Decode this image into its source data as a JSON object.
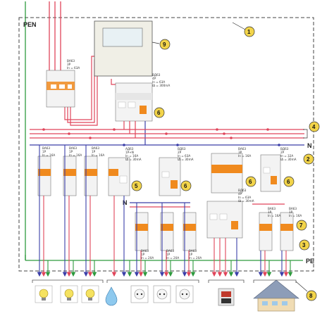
{
  "labels": {
    "pen": "PEN",
    "n_top": "N",
    "n_mid": "N",
    "pe": "PE"
  },
  "callouts": [
    "1",
    "2",
    "3",
    "4",
    "5",
    "6",
    "7",
    "8",
    "9"
  ],
  "colors": {
    "phase": "#e0455a",
    "neutral": "#3b3fa8",
    "pe": "#2e9a3e",
    "frame_dash": "#444444",
    "callout_fill": "#f2d44a",
    "device_body": "#f1f1f1",
    "device_accent": "#f08a1e"
  },
  "devices": {
    "main_breaker": {
      "name": "BA63",
      "lines": [
        "3P",
        "In = 63A"
      ]
    },
    "rcd_main": {
      "name": "ВД63",
      "lines": [
        "4P",
        "In = 63A",
        "IΔ = 300mA"
      ]
    },
    "row1": [
      {
        "name": "BA63",
        "lines": [
          "1P",
          "In = 16A"
        ]
      },
      {
        "name": "BA63",
        "lines": [
          "1P",
          "In = 16A"
        ]
      },
      {
        "name": "BA63",
        "lines": [
          "1P",
          "In = 16A"
        ]
      },
      {
        "name": "АД63",
        "lines": [
          "1P+N",
          "In = 16A",
          "IΔ = 30mA"
        ]
      },
      {
        "name": "ВД63",
        "lines": [
          "2P",
          "In = 63A",
          "IΔ = 30mA"
        ]
      },
      {
        "name": "BA63",
        "lines": [
          "3P",
          "In = 16A"
        ]
      },
      {
        "name": "ВД63",
        "lines": [
          "2P",
          "In = 32A",
          "IΔ = 30mA"
        ]
      }
    ],
    "row2": [
      {
        "name": "BA63",
        "lines": [
          "1P",
          "In = 20A"
        ]
      },
      {
        "name": "BA63",
        "lines": [
          "1P",
          "In = 20A"
        ]
      },
      {
        "name": "BA63",
        "lines": [
          "1P",
          "In = 20A"
        ]
      },
      {
        "name": "ВД63",
        "lines": [
          "4P",
          "In = 63A",
          "IΔ = 30mA"
        ]
      },
      {
        "name": "BA63",
        "lines": [
          "1P",
          "In = 16A"
        ]
      },
      {
        "name": "BA63",
        "lines": [
          "1P",
          "In = 16A"
        ]
      }
    ]
  },
  "loads": [
    {
      "icon": "lamp-icon"
    },
    {
      "icon": "lamp-icon"
    },
    {
      "icon": "lamp-icon"
    },
    {
      "icon": "water-drop-icon"
    },
    {
      "icon": "socket-icon"
    },
    {
      "icon": "socket-icon"
    },
    {
      "icon": "socket-icon"
    },
    {
      "icon": "socket-icon"
    },
    {
      "icon": "stove-icon"
    },
    {
      "icon": "house-icon"
    }
  ]
}
